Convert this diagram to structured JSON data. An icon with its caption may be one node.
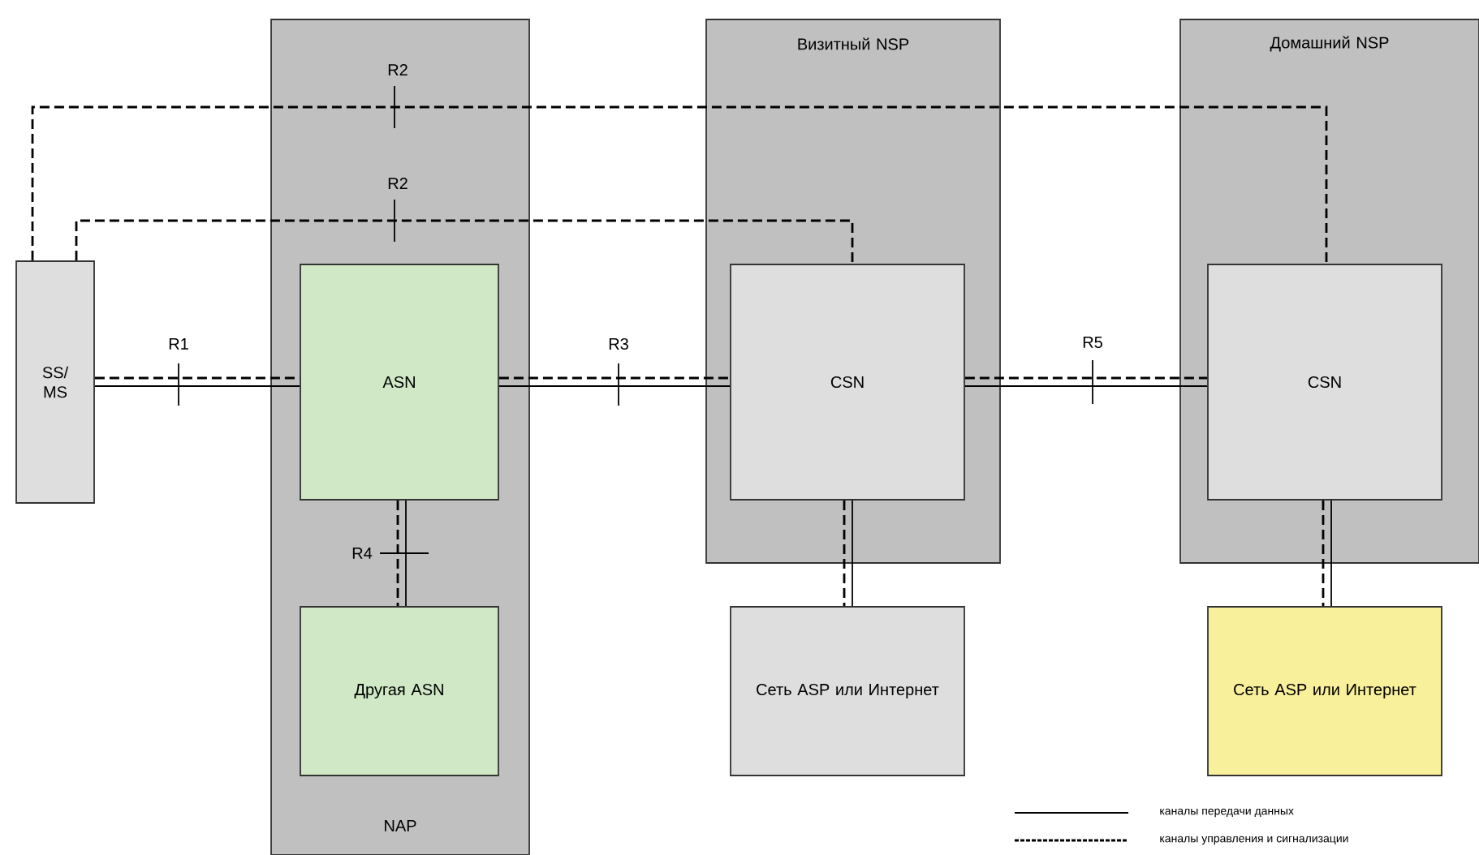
{
  "diagram": {
    "nodes": [
      {
        "text": [
          "NAP"
        ]
      },
      {
        "text": [
          "Визитный NSP"
        ]
      },
      {
        "text": [
          "Домашний NSP"
        ]
      },
      {
        "text": [
          "SS/ MS"
        ]
      },
      {
        "text": [
          "ASN"
        ],
        "in": 0
      },
      {
        "text": [
          "Другая ASN"
        ],
        "in": 0
      },
      {
        "text": [
          "CSN"
        ],
        "in": 1
      },
      {
        "text": [
          "CSN"
        ],
        "in": 2
      },
      {
        "text": [
          "Сеть ASP или Интернет"
        ]
      },
      {
        "text": [
          "Сеть ASP или Интернет"
        ]
      }
    ],
    "edges": [
      {
        "from": 3,
        "to": 4,
        "arrow": "none",
        "label": "R1"
      },
      {
        "from": 3,
        "to": 4,
        "arrow": "none",
        "style": "dashed"
      },
      {
        "from": 3,
        "to": 7,
        "arrow": "none",
        "style": "dashed",
        "label": "R2"
      },
      {
        "from": 3,
        "to": 6,
        "arrow": "none",
        "style": "dashed",
        "label": "R2"
      },
      {
        "from": 4,
        "to": 6,
        "arrow": "none",
        "label": "R3"
      },
      {
        "from": 4,
        "to": 6,
        "arrow": "none",
        "style": "dashed"
      },
      {
        "from": 6,
        "to": 7,
        "arrow": "none",
        "label": "R5"
      },
      {
        "from": 6,
        "to": 7,
        "arrow": "none",
        "style": "dashed"
      },
      {
        "from": 4,
        "to": 5,
        "arrow": "none",
        "label": "R4"
      },
      {
        "from": 4,
        "to": 5,
        "arrow": "none",
        "style": "dashed"
      },
      {
        "from": 6,
        "to": 8,
        "arrow": "none"
      },
      {
        "from": 6,
        "to": 8,
        "arrow": "none",
        "style": "dashed"
      },
      {
        "from": 7,
        "to": 9,
        "arrow": "none"
      },
      {
        "from": 7,
        "to": 9,
        "arrow": "none",
        "style": "dashed"
      }
    ],
    "legend": [
      {
        "text": "каналы передачи данных"
      },
      {
        "text": "каналы управления и сигнализации"
      }
    ]
  }
}
